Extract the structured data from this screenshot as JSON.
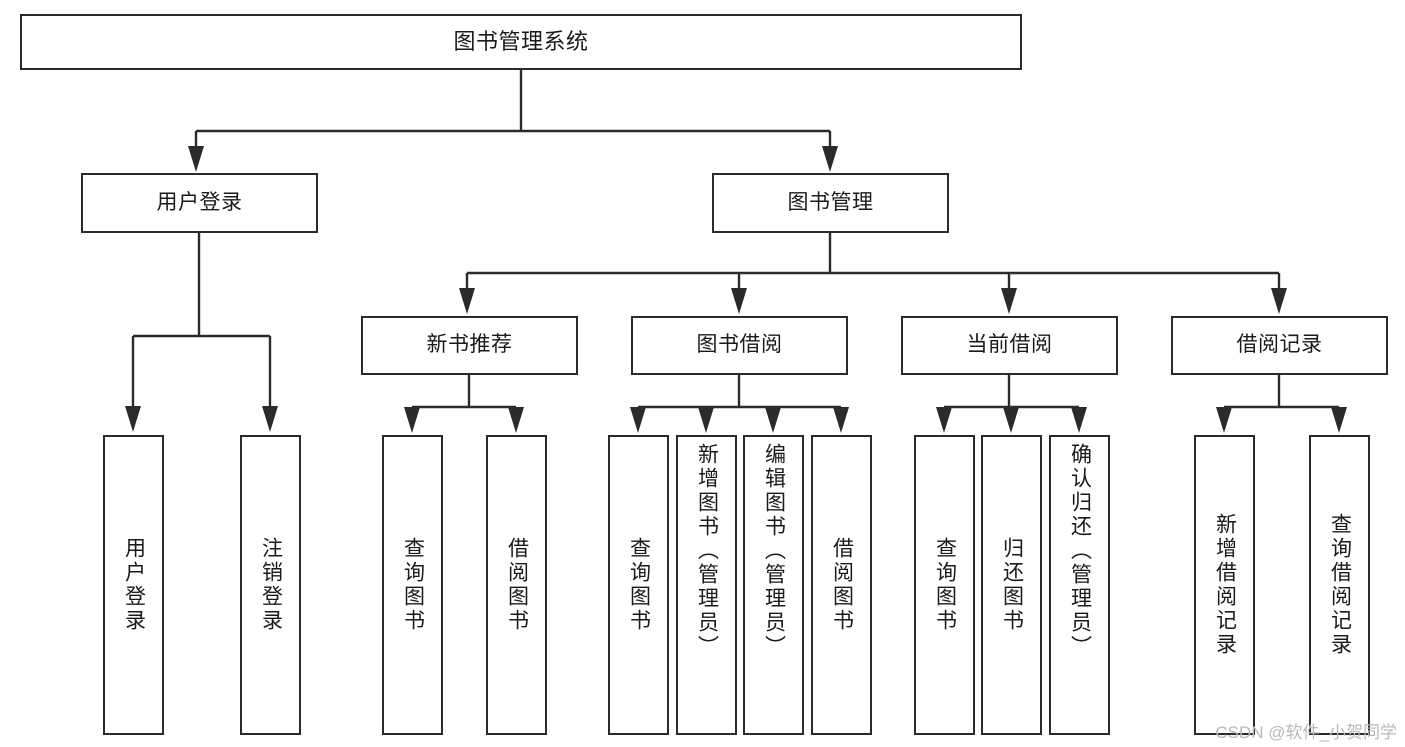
{
  "diagram": {
    "title": "图书管理系统",
    "type": "tree-hierarchy-diagram",
    "watermark": "CSDN @软件_小贺同学",
    "root": {
      "label": "图书管理系统"
    },
    "level2": [
      {
        "label": "用户登录"
      },
      {
        "label": "图书管理"
      }
    ],
    "level3": [
      {
        "label": "新书推荐"
      },
      {
        "label": "图书借阅"
      },
      {
        "label": "当前借阅"
      },
      {
        "label": "借阅记录"
      }
    ],
    "leaves": {
      "user_login": [
        {
          "label": "用户登录"
        },
        {
          "label": "注销登录"
        }
      ],
      "new_book_recommend": [
        {
          "label": "查询图书"
        },
        {
          "label": "借阅图书"
        }
      ],
      "book_borrow": [
        {
          "label": "查询图书"
        },
        {
          "label": "新增图书（管理员）"
        },
        {
          "label": "编辑图书（管理员）"
        },
        {
          "label": "借阅图书"
        }
      ],
      "current_borrow": [
        {
          "label": "查询图书"
        },
        {
          "label": "归还图书"
        },
        {
          "label": "确认归还（管理员）"
        }
      ],
      "borrow_record": [
        {
          "label": "新增借阅记录"
        },
        {
          "label": "查询借阅记录"
        }
      ]
    },
    "colors": {
      "border": "#2b2b2b",
      "background": "#ffffff",
      "text": "#1a1a1a",
      "watermark": "#b9b9b9"
    }
  }
}
